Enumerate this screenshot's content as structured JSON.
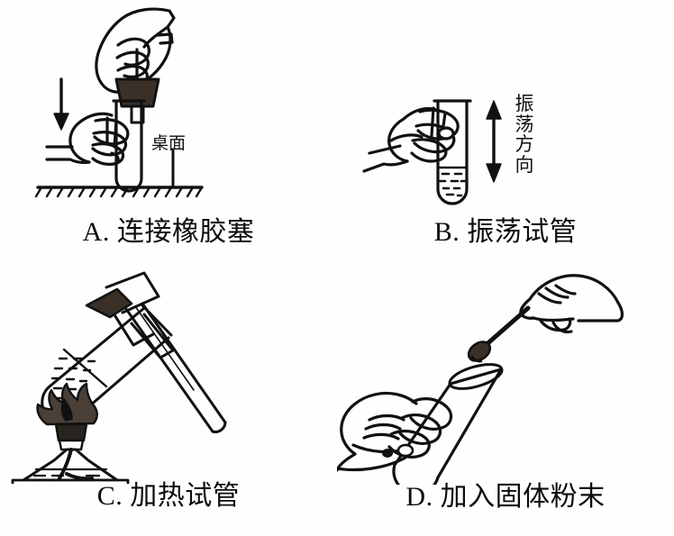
{
  "figure": {
    "title": "实验操作图示",
    "background_color": "#fefefe",
    "ink_color": "#111111",
    "layout": "2x2 grid of four labeled lab-operation line drawings"
  },
  "panels": [
    {
      "id": "A",
      "letter": "A.",
      "caption": "A. 连接橡胶塞",
      "caption_text": "连接橡胶塞",
      "meaning": "Connecting the rubber stopper",
      "annotations": [
        {
          "name": "table-surface-label",
          "text": "桌面",
          "meaning": "table surface",
          "orientation": "horizontal"
        }
      ],
      "elements": [
        "hand-holding-rubber-stopper",
        "rubber-stopper-shaded",
        "down-arrow",
        "test-tube-vertical",
        "hand-gripping-test-tube",
        "hatched-ground-line",
        "leader-line-to-table"
      ]
    },
    {
      "id": "B",
      "letter": "B.",
      "caption": "B. 振荡试管",
      "caption_text": "振荡试管",
      "meaning": "Shaking the test tube",
      "annotations": [
        {
          "name": "shake-direction-label",
          "text": "振荡方向",
          "chars": [
            "振",
            "荡",
            "方",
            "向"
          ],
          "meaning": "direction of shaking",
          "orientation": "vertical"
        }
      ],
      "elements": [
        "test-tube-vertical",
        "hand-gripping-test-tube",
        "double-headed-vertical-arrow",
        "liquid-with-dots"
      ]
    },
    {
      "id": "C",
      "letter": "C.",
      "caption": "C. 加热试管",
      "caption_text": "加热试管",
      "meaning": "Heating the test tube",
      "annotations": [],
      "elements": [
        "tilted-test-tube",
        "test-tube-clamp",
        "liquid-with-dots",
        "alcohol-lamp",
        "lamp-flame",
        "lamp-wick"
      ]
    },
    {
      "id": "D",
      "letter": "D.",
      "caption": "D. 加入固体粉末",
      "caption_text": "加入固体粉末",
      "meaning": "Adding solid powder",
      "annotations": [],
      "elements": [
        "hand-holding-spatula",
        "spatula-spoon-with-powder",
        "tilted-test-tube",
        "hand-gripping-test-tube"
      ]
    }
  ]
}
